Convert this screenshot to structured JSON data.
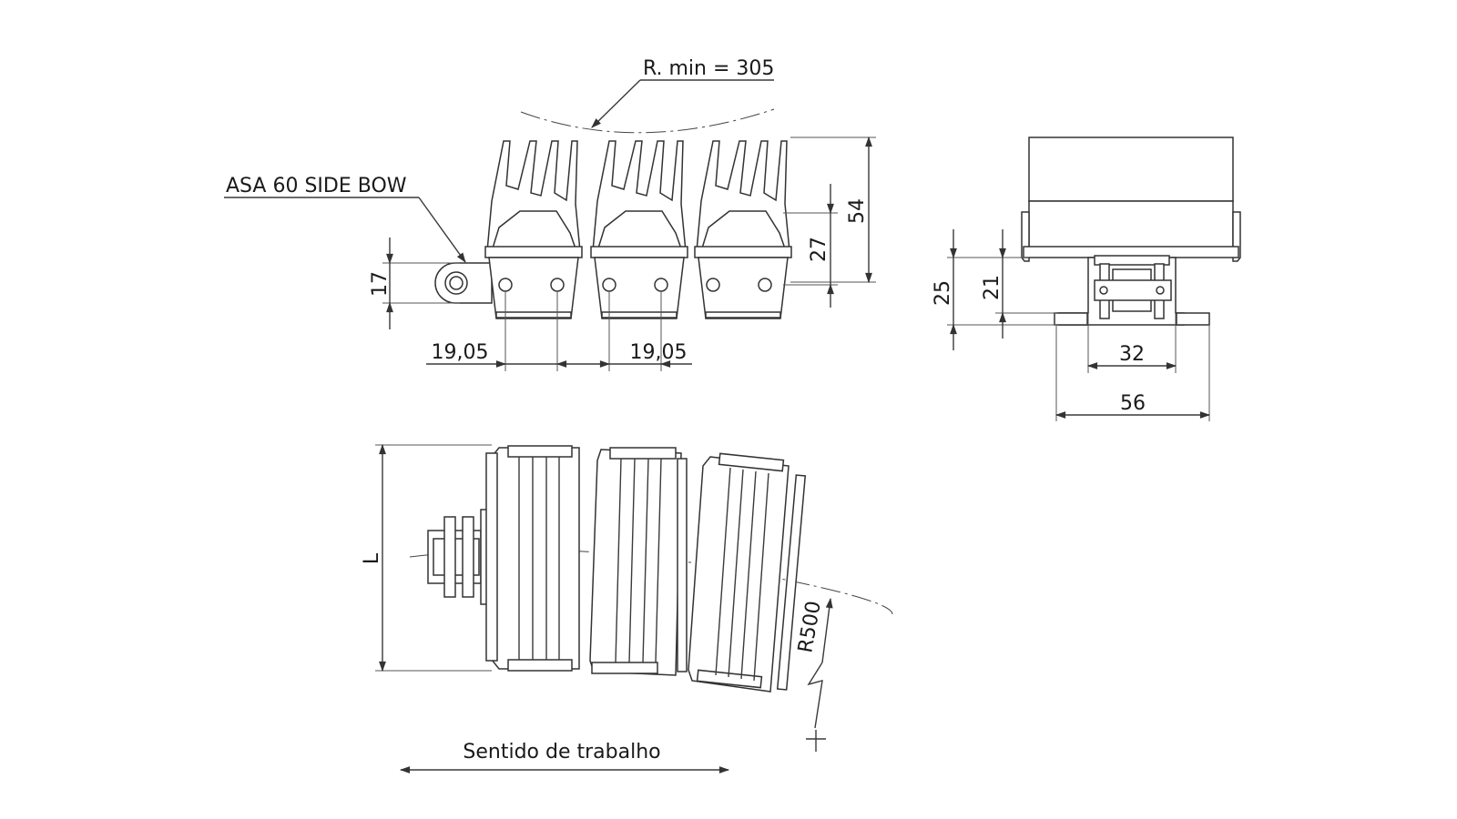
{
  "callouts": {
    "radius_min": "R. min = 305",
    "chain_name": "ASA 60 SIDE BOW",
    "radius_top_view": "R500",
    "direction": "Sentido de trabalho"
  },
  "dimensions": {
    "side_view": {
      "height_total": "54",
      "height_plate": "27",
      "height_link": "17",
      "pitch_left": "19,05",
      "pitch_right": "19,05"
    },
    "end_view": {
      "height_25": "25",
      "height_21": "21",
      "width_32": "32",
      "width_56": "56"
    },
    "top_view": {
      "length": "L"
    }
  }
}
